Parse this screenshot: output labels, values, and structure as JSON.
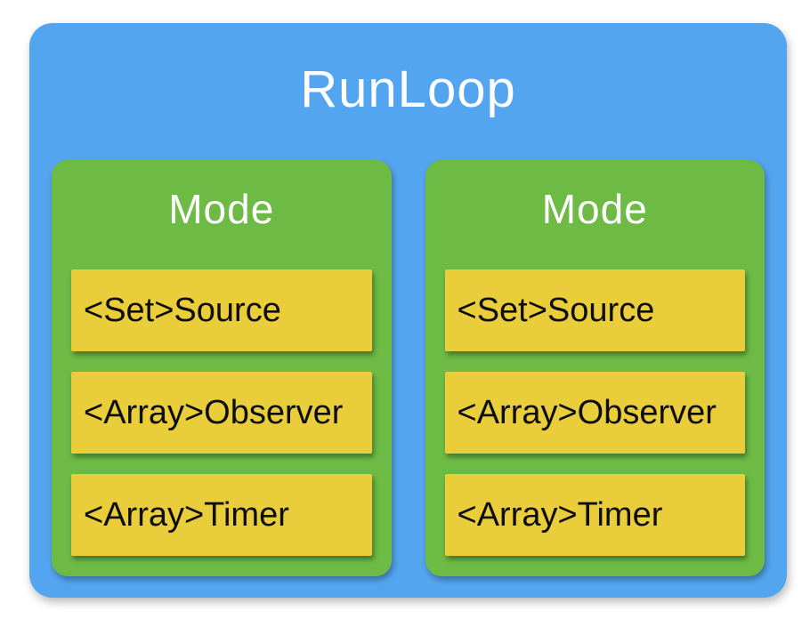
{
  "diagram": {
    "title": "RunLoop",
    "modes": [
      {
        "title": "Mode",
        "items": [
          {
            "label": "<Set>Source"
          },
          {
            "label": "<Array>Observer"
          },
          {
            "label": "<Array>Timer"
          }
        ]
      },
      {
        "title": "Mode",
        "items": [
          {
            "label": "<Set>Source"
          },
          {
            "label": "<Array>Observer"
          },
          {
            "label": "<Array>Timer"
          }
        ]
      }
    ],
    "colors": {
      "runloop_bg": "#54a5ef",
      "mode_bg": "#6dbb45",
      "item_bg": "#eacd3a",
      "heading_text": "#ffffff",
      "item_text": "#0d0d0d"
    }
  }
}
